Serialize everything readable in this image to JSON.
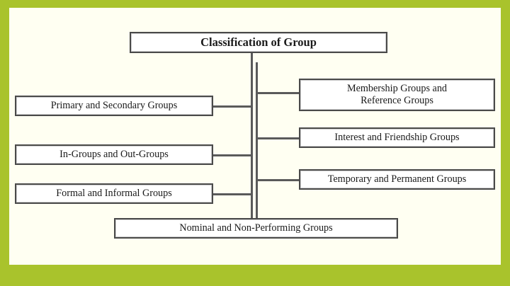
{
  "diagram": {
    "type": "hierarchy-tree",
    "title": "Classification of Group",
    "root": {
      "label": "Classification of Group"
    },
    "branches": {
      "left": [
        {
          "label": "Primary and Secondary Groups"
        },
        {
          "label": "In-Groups and Out-Groups"
        },
        {
          "label": "Formal and Informal Groups"
        }
      ],
      "right": [
        {
          "label": "Membership Groups and\nReference Groups"
        },
        {
          "label": "Interest and Friendship Groups"
        },
        {
          "label": "Temporary and Permanent Groups"
        }
      ],
      "bottom": [
        {
          "label": "Nominal and Non-Performing Groups"
        }
      ]
    },
    "colors": {
      "page_border": "#a9c32c",
      "canvas_background": "#fffff2",
      "box_border": "#4a4a4a",
      "box_background": "#ffffff",
      "connector": "#5a5a5a",
      "text": "#1a1a1a"
    }
  }
}
